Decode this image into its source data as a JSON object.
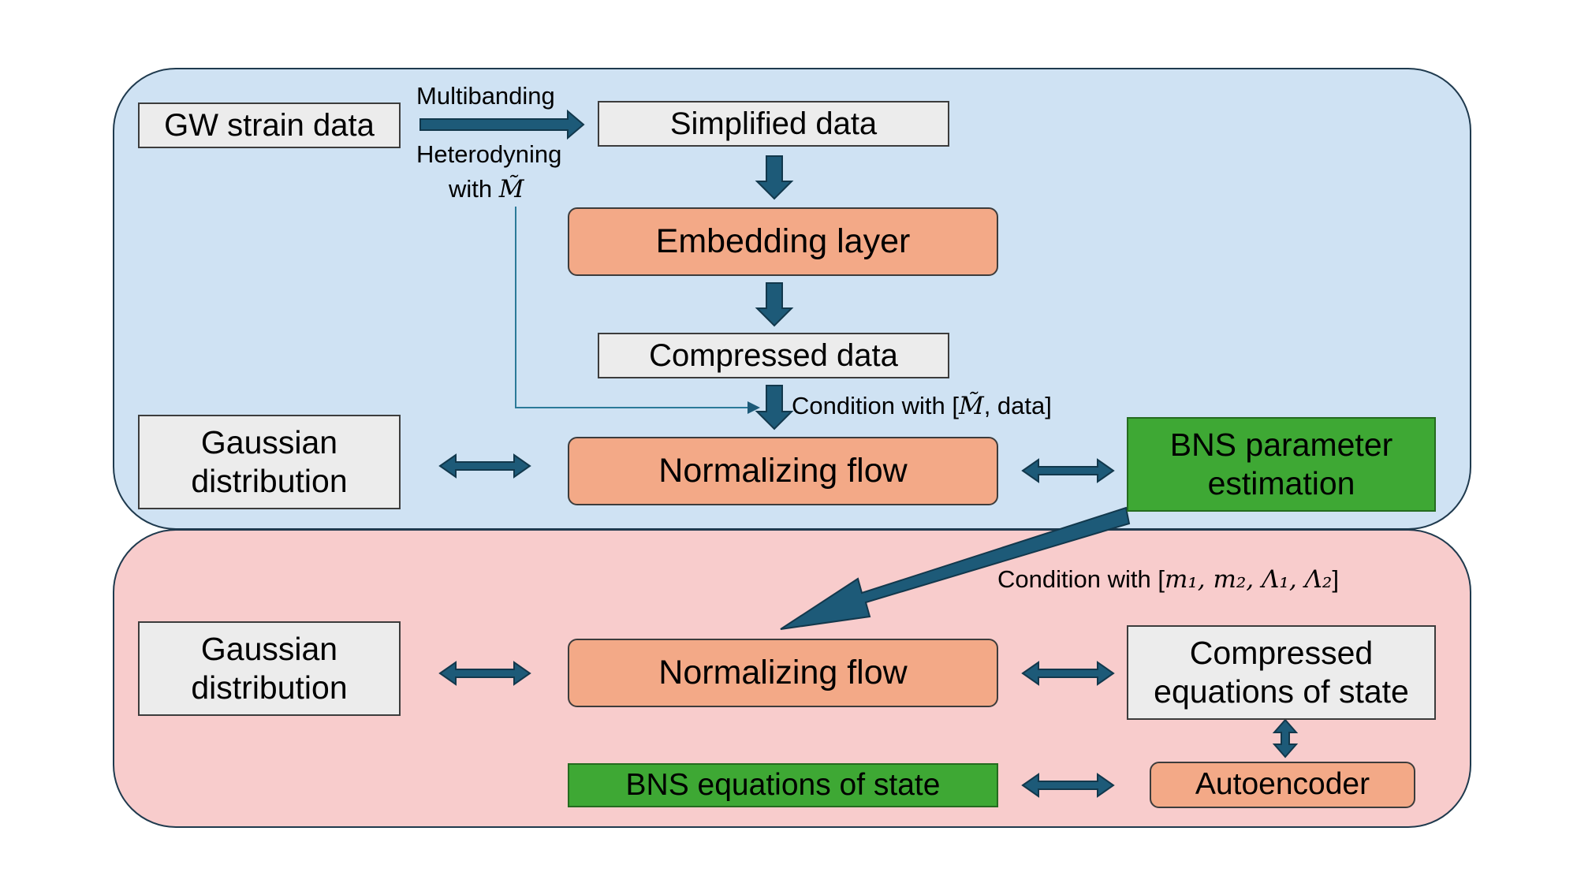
{
  "boxes": {
    "gw_strain": "GW strain data",
    "simplified": "Simplified data",
    "embedding": "Embedding layer",
    "compressed": "Compressed data",
    "gaussian_top": "Gaussian\ndistribution",
    "flow_top": "Normalizing flow",
    "bns_param": "BNS parameter\nestimation",
    "gaussian_bottom": "Gaussian\ndistribution",
    "flow_bottom": "Normalizing flow",
    "compressed_eos": "Compressed\nequations of state",
    "bns_eos": "BNS equations of state",
    "autoencoder": "Autoencoder"
  },
  "labels": {
    "multibanding": "Multibanding",
    "heterodyning": "Heterodyning",
    "with_prefix": "with ",
    "chirp_symbol": "M̃",
    "condition_top_prefix": "Condition with [",
    "condition_top_suffix": ", data]",
    "condition_bottom_prefix": "Condition with [",
    "condition_bottom_params": "m₁, m₂, Λ₁, Λ₂",
    "condition_bottom_suffix": "]"
  },
  "colors": {
    "panel_top": "#cfe2f3",
    "panel_bottom": "#f8cccc",
    "orange": "#f3a987",
    "green": "#3ea834",
    "grey": "#ececec",
    "arrow": "#1d5a78"
  }
}
